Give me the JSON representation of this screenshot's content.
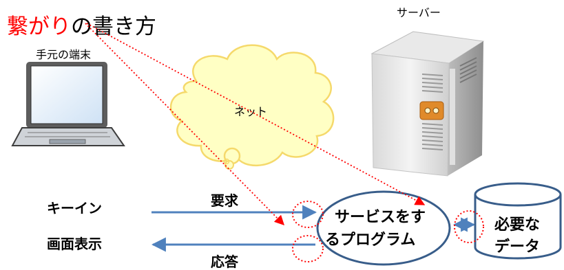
{
  "title": {
    "highlight": "繋がり",
    "rest": "の書き方"
  },
  "labels": {
    "server": "サーバー",
    "terminal": "手元の端末",
    "network": "ネット",
    "input": "キーイン",
    "display": "画面表示",
    "request": "要求",
    "response": "応答",
    "service_line1": "サービスをす",
    "service_line2": "るプログラム",
    "data_line1": "必要な",
    "data_line2": "データ"
  },
  "colors": {
    "accent_red": "#ff0000",
    "arrow_blue": "#4f81bd",
    "ellipse_border": "#385d8a",
    "cloud_fill": "#ffffc4",
    "cloud_stroke": "#f5d96b"
  }
}
